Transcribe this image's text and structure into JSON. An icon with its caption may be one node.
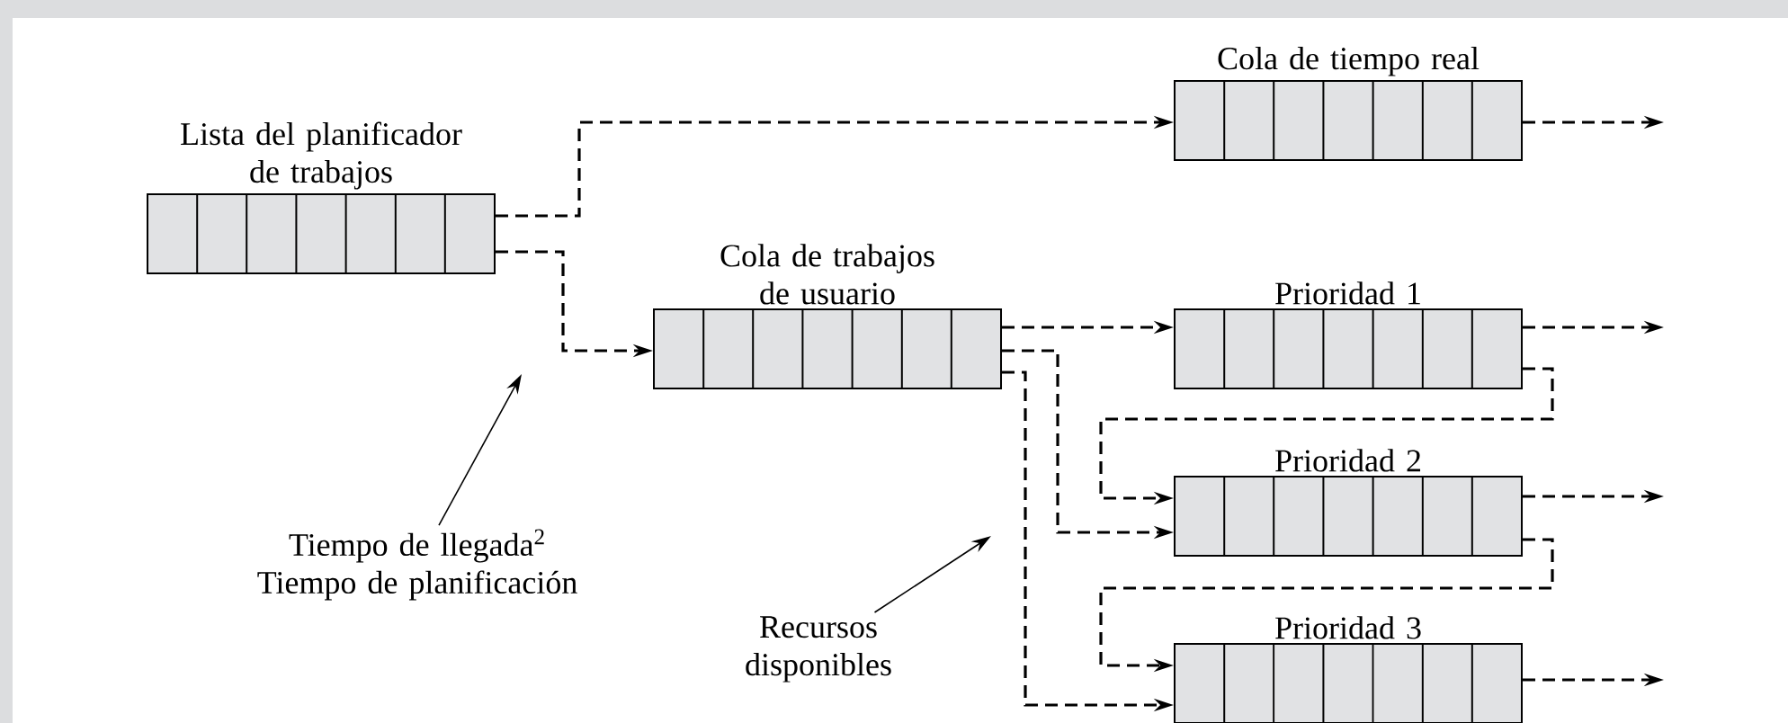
{
  "diagram": {
    "nodes": [
      {
        "text": [
          "Lista del planificador de trabajos"
        ]
      },
      {
        "text": [
          "Cola de tiempo real"
        ]
      },
      {
        "text": [
          "Cola de trabajos de usuario"
        ]
      },
      {
        "text": [
          "Prioridad 1"
        ]
      },
      {
        "text": [
          "Prioridad 2"
        ]
      },
      {
        "text": [
          "Prioridad 3"
        ]
      },
      {
        "text": [
          "Tiempo de llegada$^{2}$ Tiempo de planificación"
        ]
      },
      {
        "text": [
          "Recursos disponibles"
        ]
      }
    ],
    "edges": [
      {
        "from": 0,
        "to": 1,
        "arrow": "to",
        "style": "dashed"
      },
      {
        "from": 0,
        "to": 2,
        "arrow": "to",
        "style": "dashed"
      },
      {
        "from": 2,
        "to": 3,
        "arrow": "to",
        "style": "dashed"
      },
      {
        "from": 2,
        "to": 4,
        "arrow": "to",
        "style": "dashed"
      },
      {
        "from": 2,
        "to": 5,
        "arrow": "to",
        "style": "dashed"
      },
      {
        "from": 3,
        "to": 4,
        "arrow": "to",
        "style": "dashed"
      },
      {
        "from": 4,
        "to": 5,
        "arrow": "to",
        "style": "dashed"
      },
      {
        "from": 1,
        "to": null,
        "arrow": "to",
        "style": "dashed"
      },
      {
        "from": 3,
        "to": null,
        "arrow": "to",
        "style": "dashed"
      },
      {
        "from": 4,
        "to": null,
        "arrow": "to",
        "style": "dashed"
      },
      {
        "from": 5,
        "to": null,
        "arrow": "to",
        "style": "dashed"
      },
      {
        "from": 6,
        "to": null,
        "arrow": "to"
      },
      {
        "from": 7,
        "to": null,
        "arrow": "to"
      }
    ]
  }
}
